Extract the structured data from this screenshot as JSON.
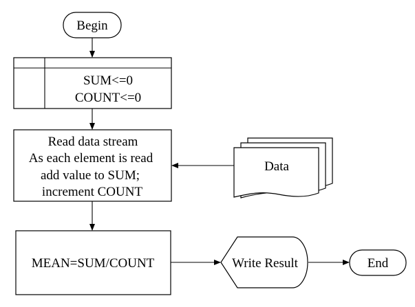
{
  "diagram": {
    "nodes": {
      "begin": {
        "label": "Begin"
      },
      "init": {
        "lines": [
          "SUM<=0",
          "COUNT<=0"
        ]
      },
      "read": {
        "lines": [
          "Read data stream",
          "As each element is read",
          "add value to SUM;",
          "increment COUNT"
        ]
      },
      "data": {
        "label": "Data"
      },
      "mean": {
        "label": "MEAN=SUM/COUNT"
      },
      "write": {
        "label": "Write Result"
      },
      "end": {
        "label": "End"
      }
    },
    "colors": {
      "stroke": "#000000",
      "fill": "#ffffff",
      "text": "#000000"
    }
  }
}
